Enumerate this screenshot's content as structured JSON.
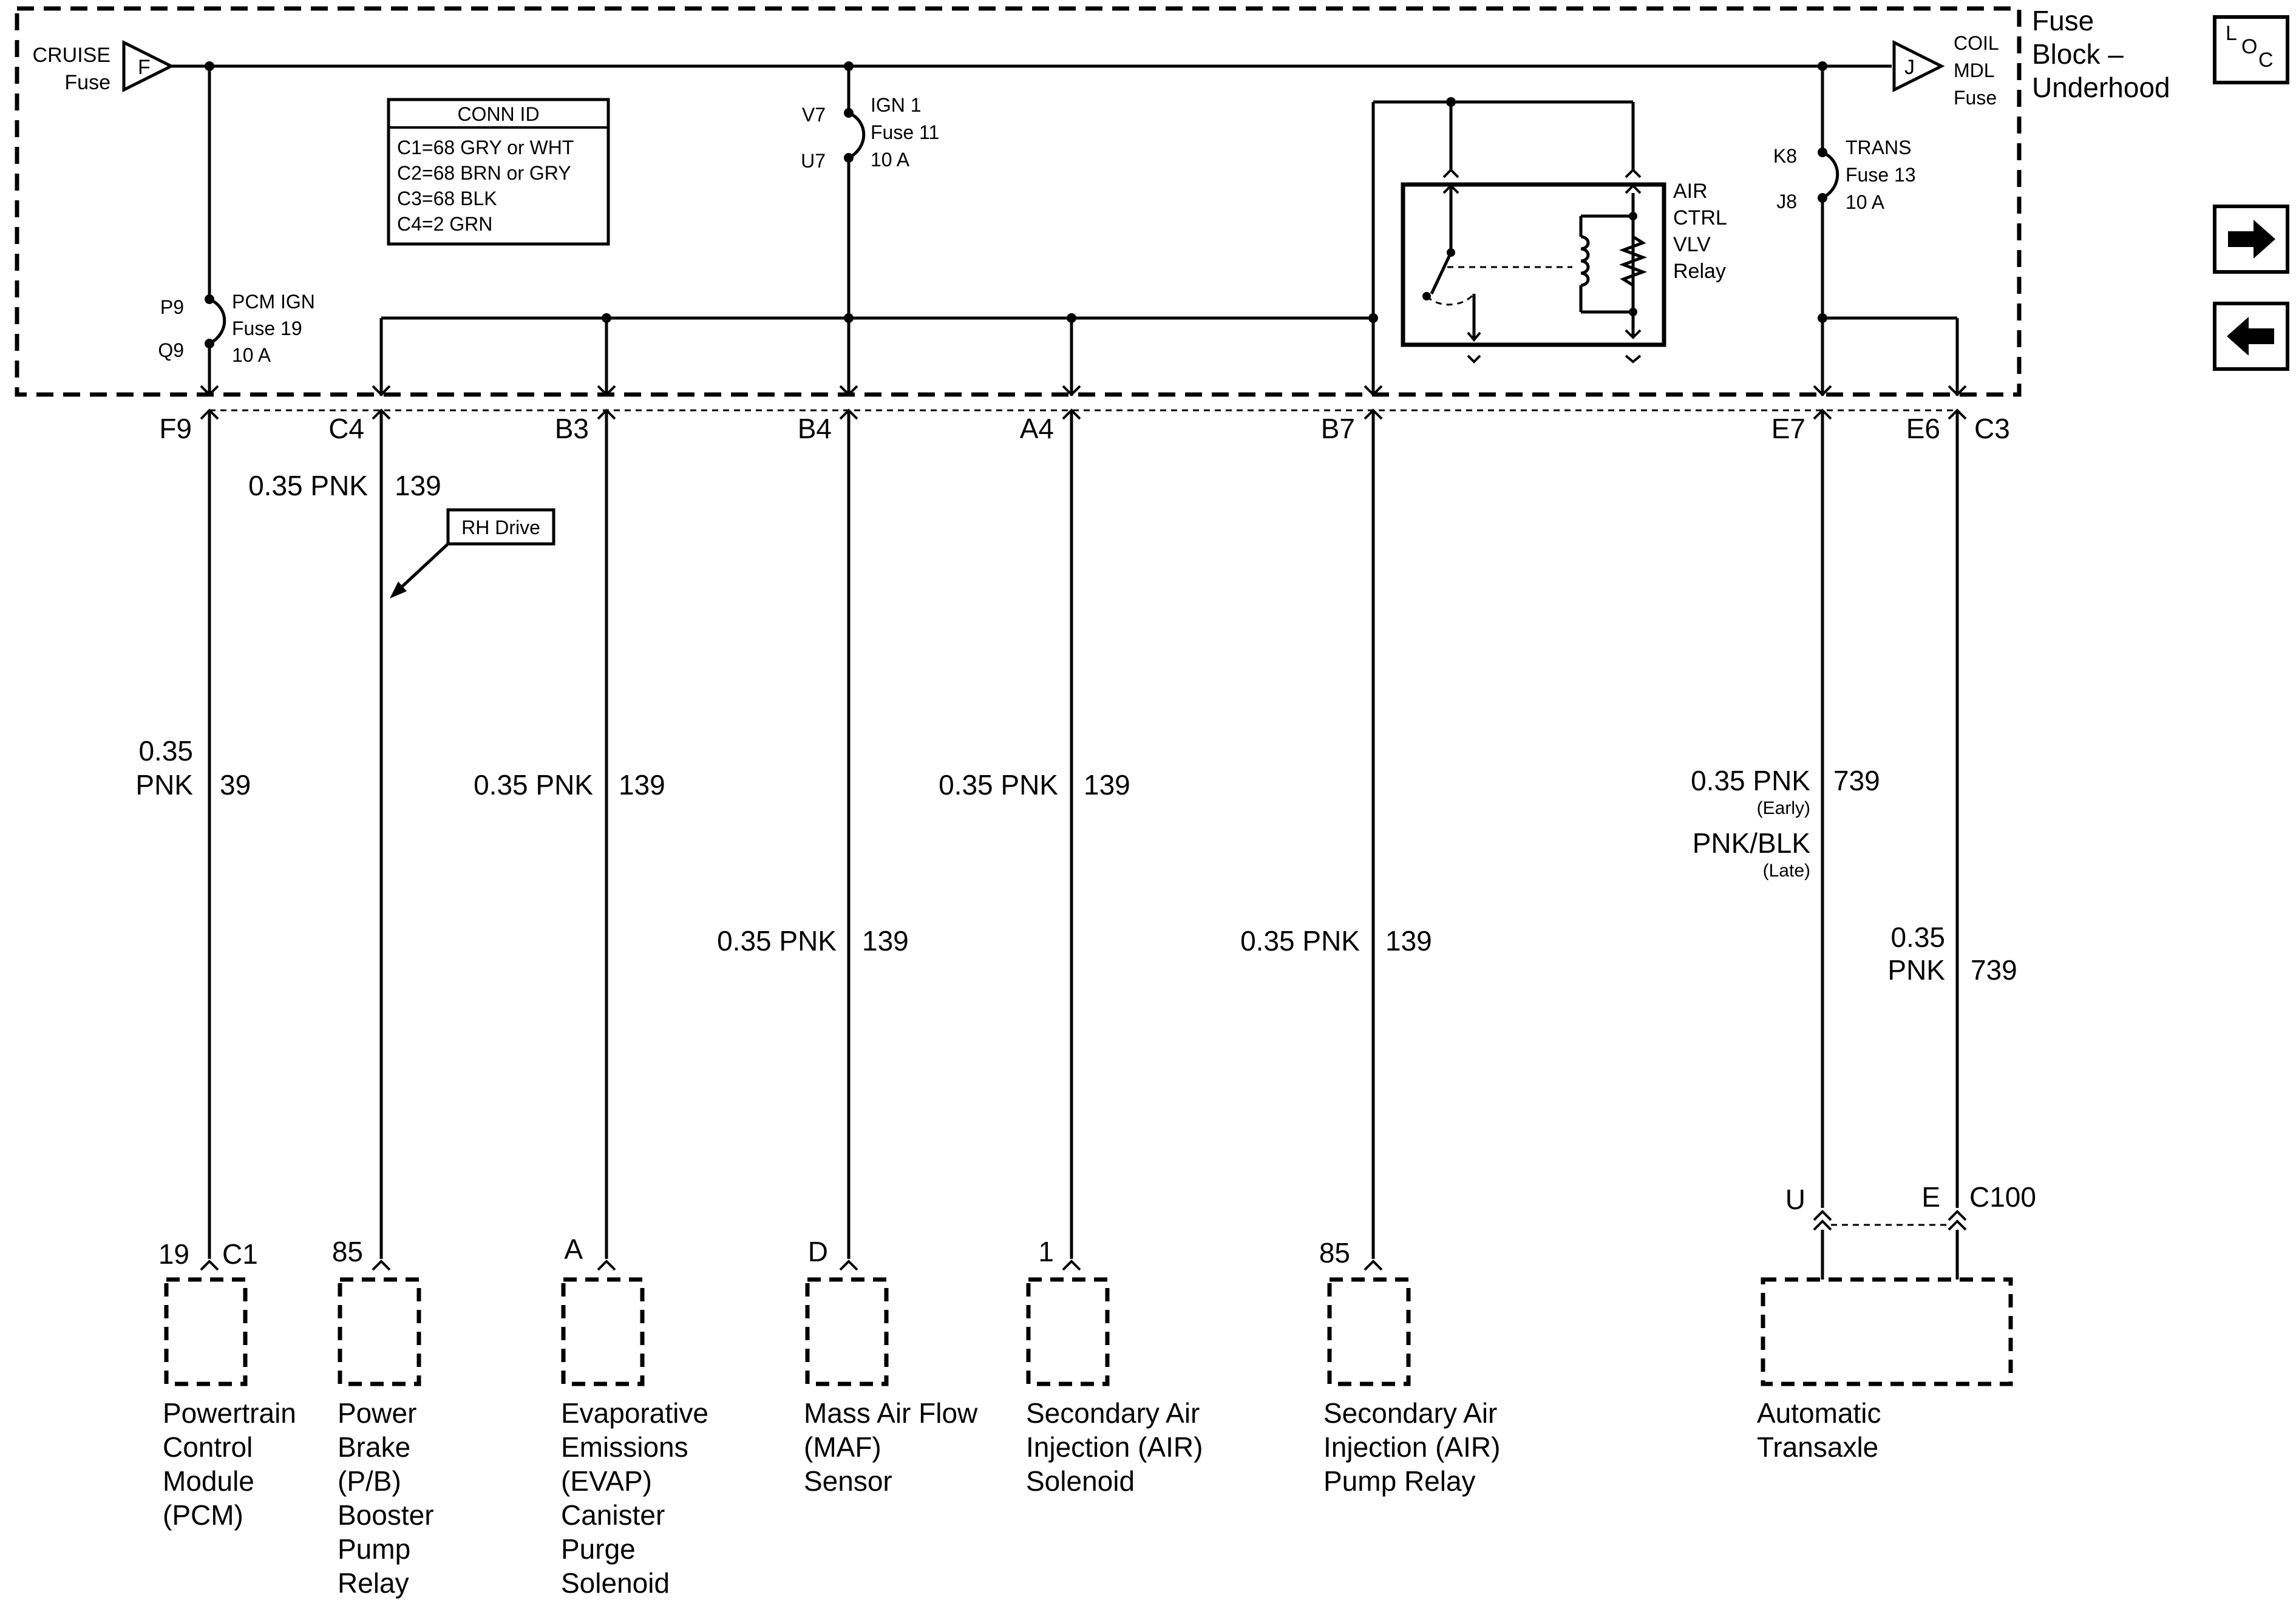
{
  "block": {
    "title_lines": [
      "Fuse",
      "Block –",
      "Underhood"
    ],
    "cruise": {
      "lines": [
        "CRUISE",
        "Fuse"
      ],
      "letter": "F"
    },
    "coil": {
      "lines": [
        "COIL",
        "MDL",
        "Fuse"
      ],
      "letter": "J"
    },
    "conn_id": {
      "title": "CONN ID",
      "lines": [
        "C1=68 GRY or WHT",
        "C2=68 BRN or GRY",
        "C3=68 BLK",
        "C4=2 GRN"
      ]
    },
    "fuses": [
      {
        "top_pin": "P9",
        "bottom_pin": "Q9",
        "lines": [
          "PCM IGN",
          "Fuse 19",
          "10 A"
        ]
      },
      {
        "top_pin": "V7",
        "bottom_pin": "U7",
        "lines": [
          "IGN 1",
          "Fuse 11",
          "10 A"
        ]
      },
      {
        "top_pin": "K8",
        "bottom_pin": "J8",
        "lines": [
          "TRANS",
          "Fuse 13",
          "10 A"
        ]
      }
    ],
    "relay": {
      "lines": [
        "AIR",
        "CTRL",
        "VLV",
        "Relay"
      ]
    },
    "pins": [
      "F9",
      "C4",
      "B3",
      "B4",
      "A4",
      "B7",
      "E7",
      "E6"
    ],
    "connector_c3": "C3"
  },
  "wires": [
    {
      "color_lines": [
        "0.35",
        "PNK"
      ],
      "circuit": "39"
    },
    {
      "color_lines": [
        "0.35 PNK"
      ],
      "circuit": "139"
    },
    {
      "color_lines": [
        "0.35 PNK"
      ],
      "circuit": "139"
    },
    {
      "color_lines": [
        "0.35 PNK"
      ],
      "circuit": "139"
    },
    {
      "color_lines": [
        "0.35 PNK"
      ],
      "circuit": "139"
    },
    {
      "color_lines": [
        "0.35 PNK"
      ],
      "circuit": "139"
    },
    {
      "color_lines": [
        "0.35 PNK",
        "(Early)",
        "PNK/BLK",
        "(Late)"
      ],
      "circuit": "739"
    },
    {
      "color_lines": [
        "0.35",
        "PNK"
      ],
      "circuit": "739"
    }
  ],
  "rh_drive": "RH Drive",
  "connector_c100": {
    "name": "C100",
    "pin_left": "U",
    "pin_right": "E"
  },
  "components": [
    {
      "pin": "19",
      "connector": "C1",
      "name_lines": [
        "Powertrain",
        "Control",
        "Module",
        "(PCM)"
      ]
    },
    {
      "pin": "85",
      "name_lines": [
        "Power",
        "Brake",
        "(P/B)",
        "Booster",
        "Pump",
        "Relay"
      ]
    },
    {
      "pin": "A",
      "name_lines": [
        "Evaporative",
        "Emissions",
        "(EVAP)",
        "Canister",
        "Purge",
        "Solenoid"
      ]
    },
    {
      "pin": "D",
      "name_lines": [
        "Mass Air Flow",
        "(MAF)",
        "Sensor"
      ]
    },
    {
      "pin": "1",
      "name_lines": [
        "Secondary Air",
        "Injection (AIR)",
        "Solenoid"
      ]
    },
    {
      "pin": "85",
      "name_lines": [
        "Secondary Air",
        "Injection (AIR)",
        "Pump Relay"
      ]
    },
    {
      "name_lines": [
        "Automatic",
        "Transaxle"
      ]
    }
  ],
  "nav": {
    "loc_letters": [
      "L",
      "O",
      "C"
    ],
    "forward": "forward-arrow-icon",
    "back": "back-arrow-icon"
  }
}
